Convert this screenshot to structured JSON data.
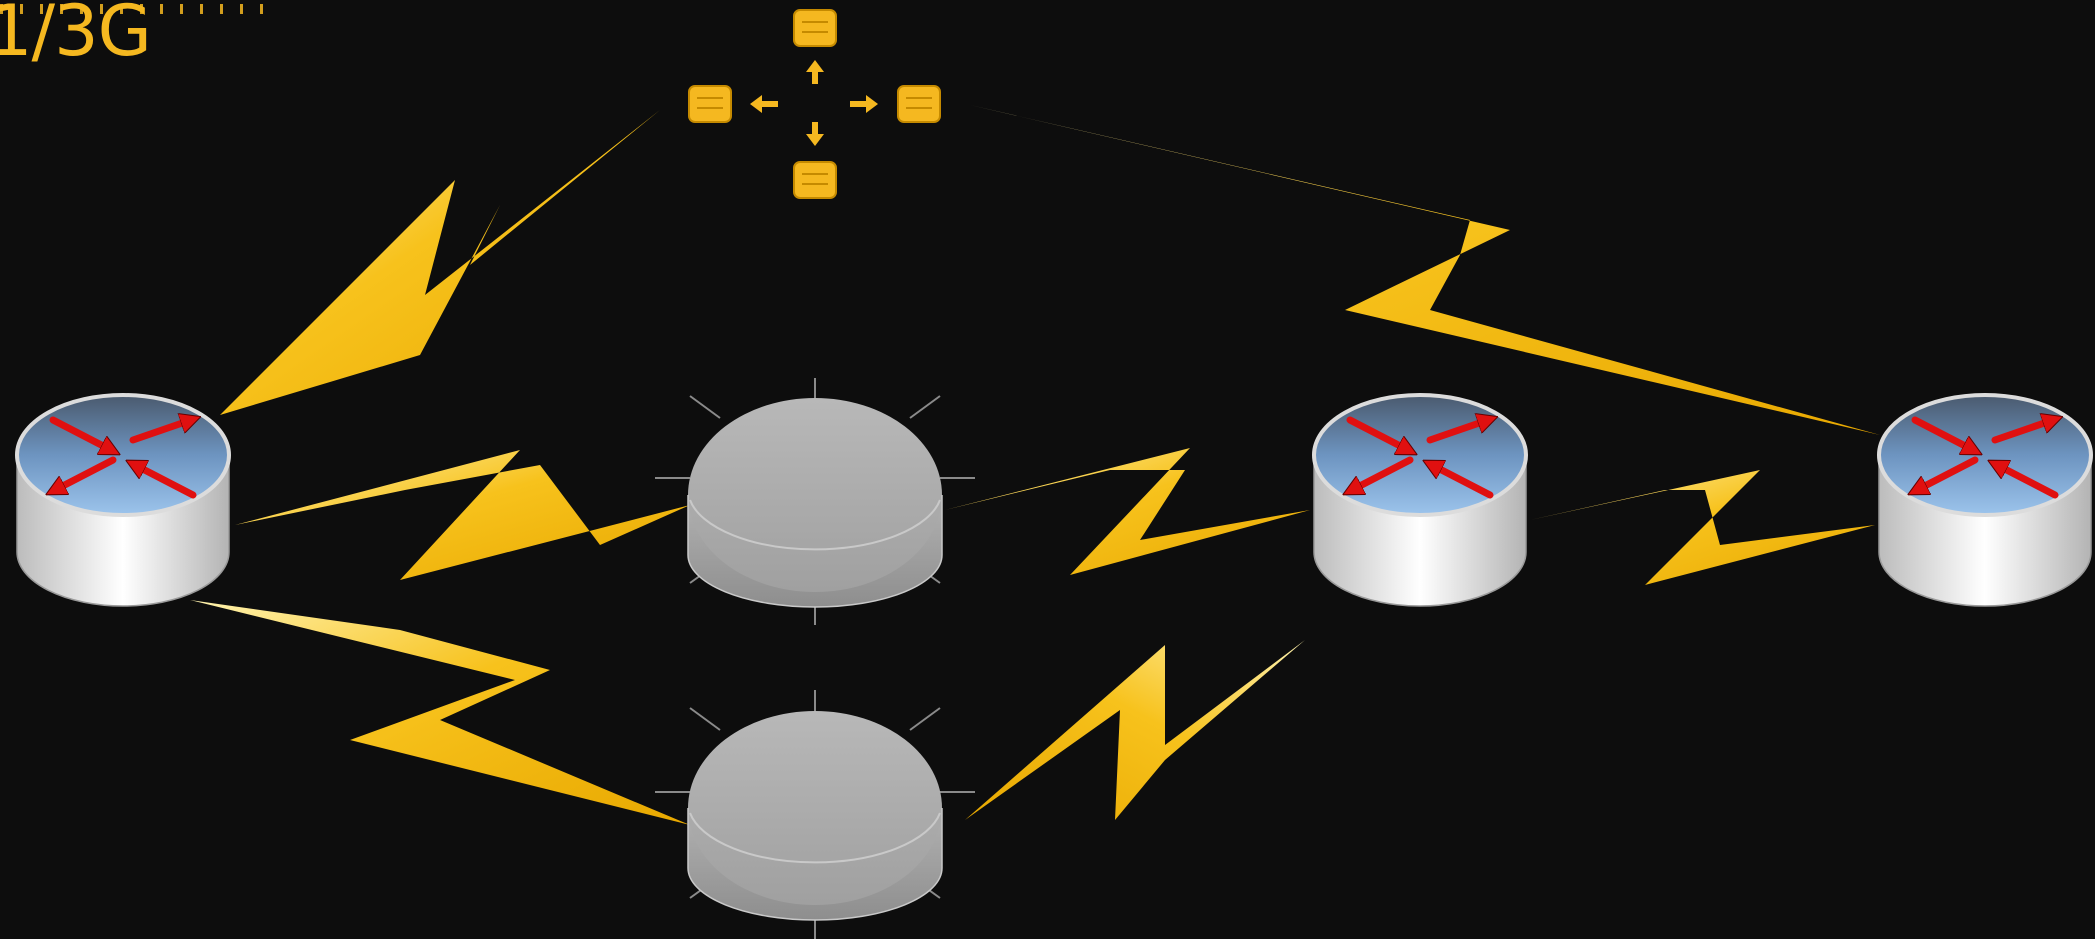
{
  "diagram": {
    "corner_label": "1/3G",
    "colors": {
      "background": "#0d0d0d",
      "accent": "#f5b820",
      "router_top": "#7ba7d4",
      "router_arrows": "#e01010",
      "node_gray": "#a8a8a8"
    },
    "nodes": [
      {
        "id": "router-left",
        "kind": "router"
      },
      {
        "id": "cloud-node-top",
        "kind": "gray-disk"
      },
      {
        "id": "cloud-node-bottom",
        "kind": "gray-disk"
      },
      {
        "id": "router-center",
        "kind": "router"
      },
      {
        "id": "router-right",
        "kind": "router"
      },
      {
        "id": "compass-cluster",
        "kind": "four-way-connector-icon"
      }
    ],
    "links": [
      {
        "from": "router-left",
        "to": "compass-cluster",
        "style": "lightning"
      },
      {
        "from": "router-left",
        "to": "cloud-node-top",
        "style": "lightning"
      },
      {
        "from": "router-left",
        "to": "cloud-node-bottom",
        "style": "lightning"
      },
      {
        "from": "cloud-node-top",
        "to": "router-center",
        "style": "lightning"
      },
      {
        "from": "cloud-node-bottom",
        "to": "router-center",
        "style": "lightning"
      },
      {
        "from": "router-center",
        "to": "router-right",
        "style": "lightning"
      },
      {
        "from": "compass-cluster",
        "to": "router-right",
        "style": "lightning"
      }
    ]
  }
}
